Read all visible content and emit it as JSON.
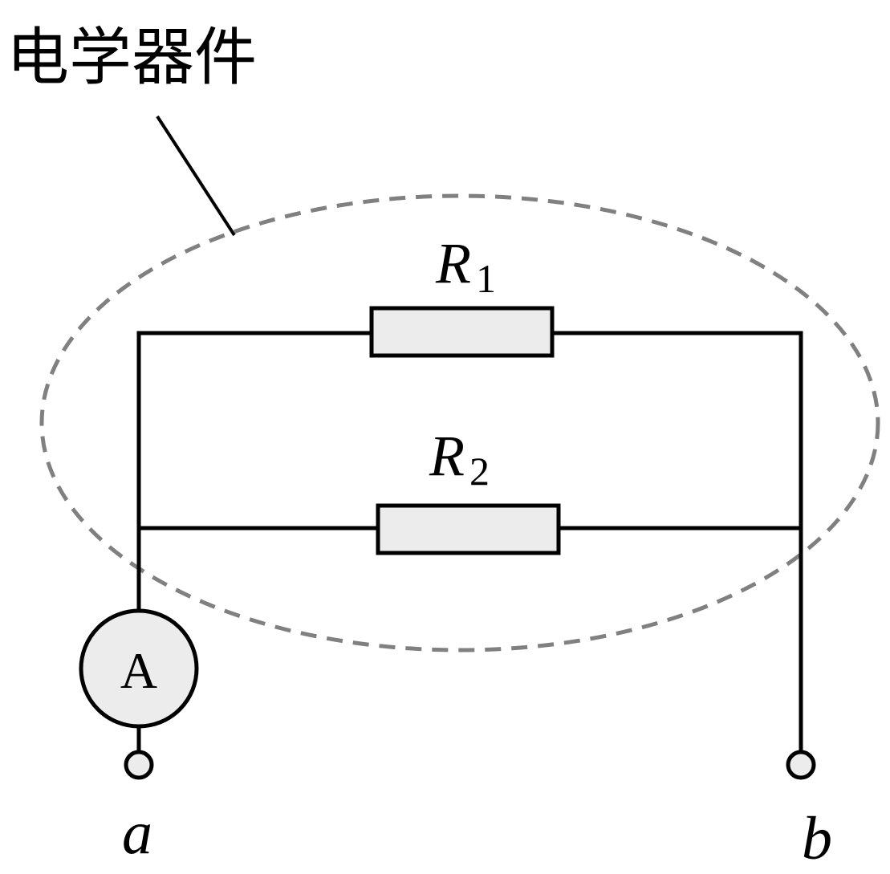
{
  "title": "电学器件",
  "resistors": [
    {
      "symbol": "R",
      "subscript": "1"
    },
    {
      "symbol": "R",
      "subscript": "2"
    }
  ],
  "ammeter": {
    "letter": "A"
  },
  "terminals": {
    "left": "a",
    "right": "b"
  },
  "colors": {
    "wire": "#000000",
    "component_fill": "#ececec",
    "boundary_dashed": "#808080"
  }
}
